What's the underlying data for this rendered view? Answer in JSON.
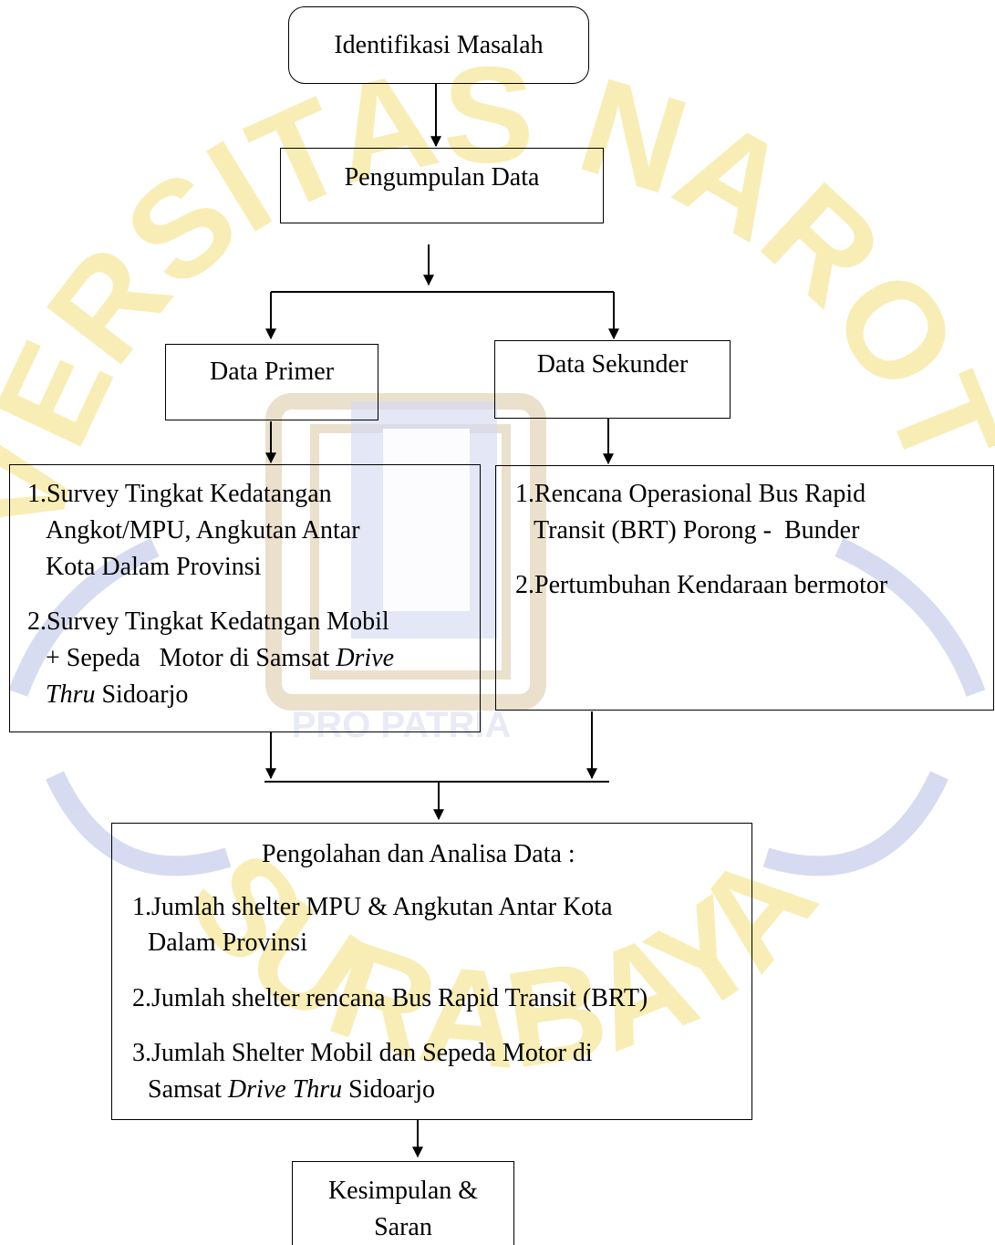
{
  "diagram": {
    "start": "Identifikasi Masalah",
    "collect": "Pengumpulan Data",
    "primary": {
      "title": "Data Primer",
      "items": [
        {
          "lines": [
            "1.Survey Tingkat Kedatangan",
            "Angkot/MPU, Angkutan Antar",
            "Kota Dalam Provinsi"
          ]
        },
        {
          "lines": [
            "2.Survey Tingkat Kedatngan Mobil",
            "+ Sepeda   Motor di Samsat "
          ],
          "italic_1": "Drive",
          "line3_italic": "Thru",
          "line3_rest": " Sidoarjo"
        }
      ]
    },
    "secondary": {
      "title": "Data Sekunder",
      "items": [
        {
          "lines": [
            "1.Rencana Operasional Bus Rapid",
            "Transit (BRT) Porong -  Bunder"
          ]
        },
        {
          "lines": [
            "2.Pertumbuhan Kendaraan bermotor"
          ]
        }
      ]
    },
    "analysis": {
      "title": "Pengolahan dan Analisa Data :",
      "items": [
        {
          "lines": [
            "1.Jumlah shelter MPU & Angkutan Antar Kota",
            "Dalam Provinsi"
          ]
        },
        {
          "lines": [
            "2.Jumlah shelter rencana Bus Rapid Transit (BRT)"
          ]
        },
        {
          "lines": [
            "3.Jumlah Shelter Mobil dan Sepeda Motor di",
            "Samsat "
          ],
          "italic": "Drive Thru",
          "rest": " Sidoarjo"
        }
      ]
    },
    "end": {
      "lines": [
        "Kesimpulan &",
        "Saran"
      ]
    }
  },
  "watermark": {
    "arc_top": "UNIVERSITAS NAROTAMA",
    "arc_bottom": "SURABAYA",
    "motto": "PRO PATRIA",
    "color": "#f3e07a",
    "blue": "#b7bfe6"
  }
}
